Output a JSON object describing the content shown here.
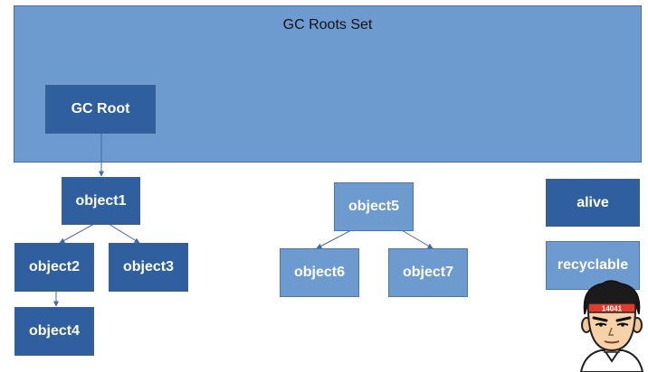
{
  "roots_set": {
    "title": "GC Roots Set"
  },
  "nodes": {
    "gc_root": "GC Root",
    "object1": "object1",
    "object2": "object2",
    "object3": "object3",
    "object4": "object4",
    "object5": "object5",
    "object6": "object6",
    "object7": "object7"
  },
  "legend": {
    "alive": "alive",
    "recyclable": "recyclable"
  },
  "badge": {
    "text": "14041"
  },
  "colors": {
    "alive": "#2f5f9f",
    "recyclable": "#6e9bcf",
    "roots_bg": "#6e9bcf",
    "edge": "#3e6aa8"
  }
}
